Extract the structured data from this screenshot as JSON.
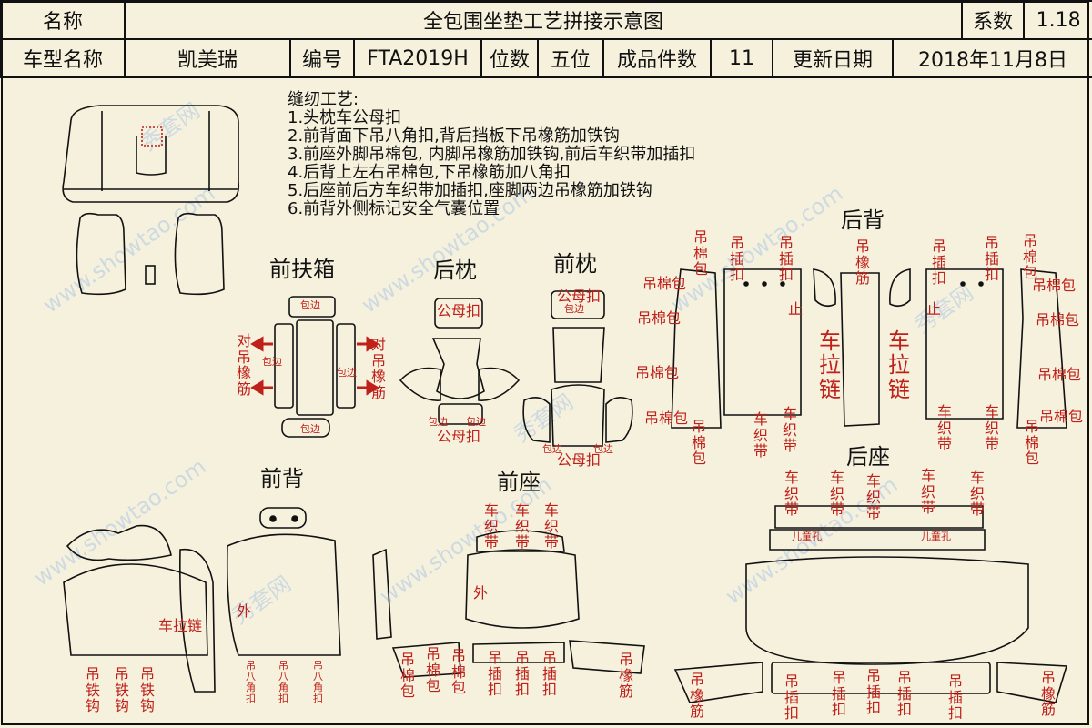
{
  "header": {
    "name_label": "名称",
    "title": "全包围坐垫工艺拼接示意图",
    "coef_label": "系数",
    "coef_value": "1.18",
    "model_label": "车型名称",
    "model_value": "凯美瑞",
    "code_label": "编号",
    "code_value": "FTA2019H",
    "seats_label": "位数",
    "seats_value": "五位",
    "pieces_label": "成品件数",
    "pieces_value": "11",
    "update_label": "更新日期",
    "update_value": "2018年11月8日"
  },
  "notes": {
    "title": "缝纫工艺:",
    "items": [
      "1.头枕车公母扣",
      "2.前背面下吊八角扣,背后挡板下吊橡筋加铁钩",
      "3.前座外脚吊棉包, 内脚吊橡筋加铁钩,前后车织带加插扣",
      "4.后背上左右吊棉包,下吊橡筋加八角扣",
      "5.后座前后方车织带加插扣,座脚两边吊橡筋加铁钩",
      "6.前背外侧标记安全气囊位置"
    ]
  },
  "sections": {
    "armrest": "前扶箱",
    "rear_pillow": "后枕",
    "front_pillow": "前枕",
    "rear_back": "后背",
    "rear_seat": "后座",
    "front_back": "前背",
    "front_seat": "前座"
  },
  "labels": {
    "dui_diao_xiang_jin": "对吊橡筋",
    "bao_bian": "包边",
    "gong_mu_kou": "公母扣",
    "diao_mian_bao": "吊棉包",
    "diao_cha_kou": "吊插扣",
    "che_la_lian": "车拉链",
    "che_zhi_dai": "车织带",
    "zhi": "止",
    "diao_xiang_jin": "吊橡筋",
    "diao_tie_gou": "吊铁钩",
    "diao_ba_jiao_kou": "吊八角扣",
    "wai": "外",
    "er_tong_kong": "儿童孔"
  },
  "watermark": {
    "site": "www.showtao.com",
    "brand": "秀套网"
  },
  "colors": {
    "background": "#f6f1dd",
    "annotation_red": "#c0201a",
    "outline": "#111111"
  }
}
